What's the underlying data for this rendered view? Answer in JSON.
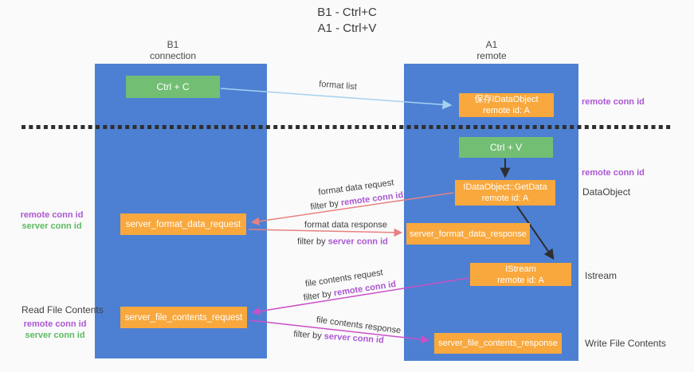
{
  "title": {
    "line1": "B1 - Ctrl+C",
    "line2": "A1 - Ctrl+V"
  },
  "lanes": {
    "left": {
      "name": "B1",
      "role": "connection"
    },
    "right": {
      "name": "A1",
      "role": "remote"
    }
  },
  "boxes": {
    "ctrl_c": "Ctrl + C",
    "ctrl_v": "Ctrl + V",
    "save_idataobject": {
      "line1": "保存IDataObject",
      "line2": "remote id: A"
    },
    "getdata": {
      "line1": "IDataObject::GetData",
      "line2": "remote id: A"
    },
    "istream": {
      "line1": "IStream",
      "line2": "remote id: A"
    },
    "format_request": "server_format_data_request",
    "format_response": "server_format_data_response",
    "file_request": "server_file_contents_request",
    "file_response": "server_file_contents_response"
  },
  "mid": {
    "format_list": "format list",
    "format_data_request": "format data request",
    "format_data_response": "format data response",
    "file_contents_request": "file contents request",
    "file_contents_response": "file contents response",
    "filter_prefix": "filter by ",
    "remote_conn_id": "remote conn id",
    "server_conn_id": "server conn id"
  },
  "side": {
    "remote_conn_id_top": "remote conn id",
    "remote_conn_id_mid": "remote conn id",
    "dataobject": "DataObject",
    "istream": "Istream",
    "write_file_contents": "Write File Contents",
    "read_file_contents": "Read File Contents",
    "left_mid_remote": "remote conn id",
    "left_mid_server": "server conn id",
    "left_bottom_remote": "remote conn id",
    "left_bottom_server": "server conn id"
  },
  "colors": {
    "lane_blue": "#4d80d2",
    "box_green": "#72bf74",
    "box_orange": "#f8a83d",
    "label_purple": "#ab57d2",
    "label_green": "#5cbb60",
    "arrow_blue": "#a5d1f0",
    "arrow_salmon": "#e88181",
    "arrow_magenta": "#cb4fc9",
    "arrow_black": "#2e2e2e",
    "background": "#fafafa"
  }
}
